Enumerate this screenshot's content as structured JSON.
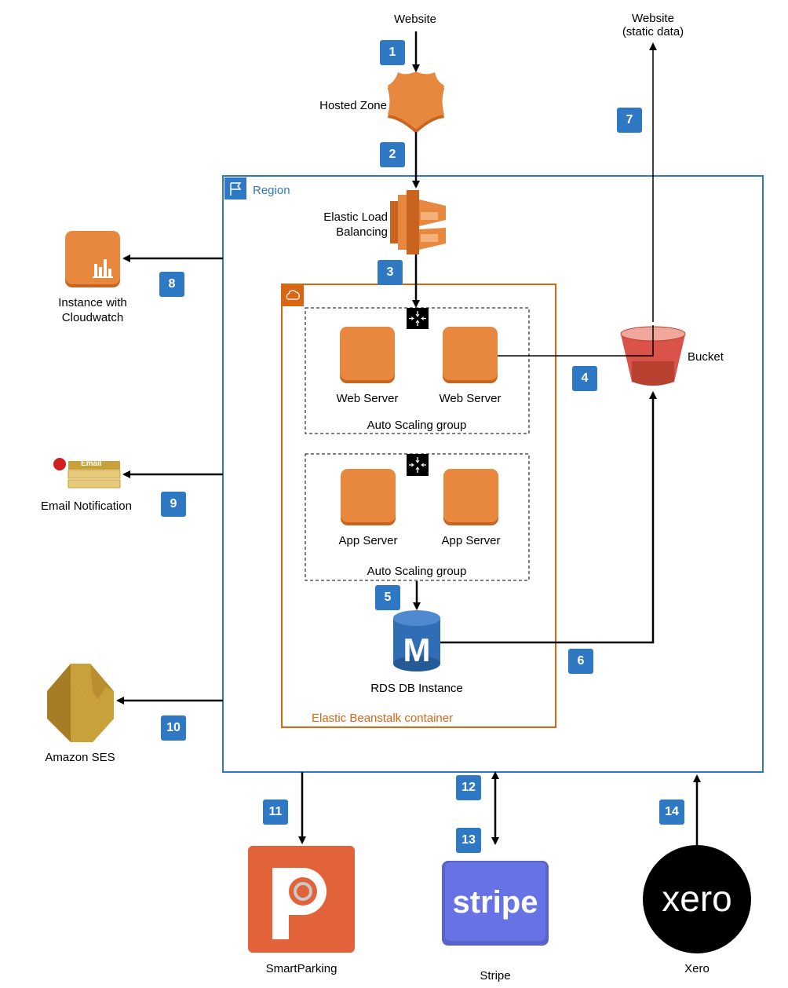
{
  "top": {
    "website": "Website",
    "website_static": "Website\n(static data)"
  },
  "nodes": {
    "hosted_zone": "Hosted Zone",
    "elb": "Elastic Load\nBalancing",
    "cloudwatch": "Instance with\nCloudwatch",
    "email_notification": "Email Notification",
    "email_tag": "Email",
    "ses": "Amazon SES",
    "bucket": "Bucket",
    "web_server_1": "Web Server",
    "web_server_2": "Web Server",
    "app_server_1": "App Server",
    "app_server_2": "App Server",
    "rds": "RDS DB Instance",
    "rds_glyph": "M",
    "smartparking": "SmartParking",
    "stripe": "Stripe",
    "stripe_logo": "stripe",
    "xero": "Xero",
    "xero_logo": "xero"
  },
  "groups": {
    "region": "Region",
    "eb_container": "Elastic Beanstalk container",
    "asg_web": "Auto Scaling group",
    "asg_app": "Auto Scaling group"
  },
  "steps": [
    "1",
    "2",
    "3",
    "4",
    "5",
    "6",
    "7",
    "8",
    "9",
    "10",
    "11",
    "12",
    "13",
    "14"
  ],
  "colors": {
    "aws_orange": "#e7883e",
    "region_blue": "#2f78c4",
    "eb_orange": "#d86613",
    "bucket_red": "#d9534a",
    "rds_blue": "#2f6db5",
    "ses_gold": "#c9a13a",
    "smartparking": "#e2623a",
    "stripe": "#6772e5",
    "xero": "#000000"
  }
}
